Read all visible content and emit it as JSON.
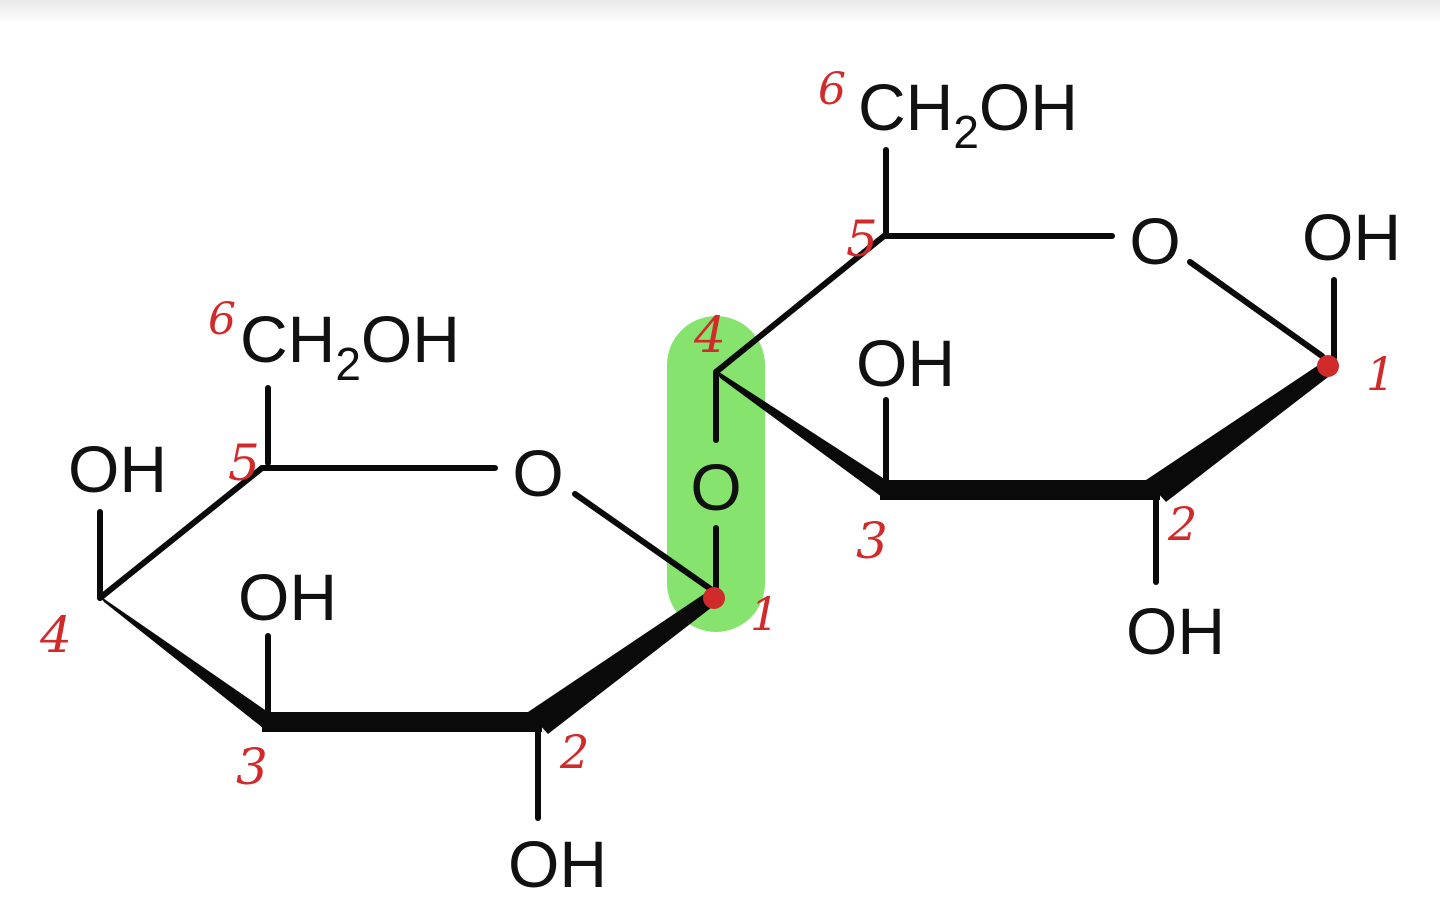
{
  "colors": {
    "bond": "#0a0a0a",
    "carbon_number": "#d12a2a",
    "highlight": "#86e36e"
  },
  "left_ring": {
    "ring_oxygen": "O",
    "c6_group": {
      "main": "CH",
      "sub": "2",
      "tail": "OH"
    },
    "oh_c4": "OH",
    "oh_c3": "OH",
    "oh_c2": "OH",
    "numbers": {
      "c1": "1",
      "c2": "2",
      "c3": "3",
      "c4": "4",
      "c5": "5",
      "c6": "6"
    }
  },
  "glycosidic_bond": {
    "oxygen": "O"
  },
  "right_ring": {
    "ring_oxygen": "O",
    "c6_group": {
      "main": "CH",
      "sub": "2",
      "tail": "OH"
    },
    "oh_c1": "OH",
    "oh_c3": "OH",
    "oh_c2": "OH",
    "numbers": {
      "c1": "1",
      "c2": "2",
      "c3": "3",
      "c4": "4",
      "c5": "5",
      "c6": "6"
    }
  }
}
